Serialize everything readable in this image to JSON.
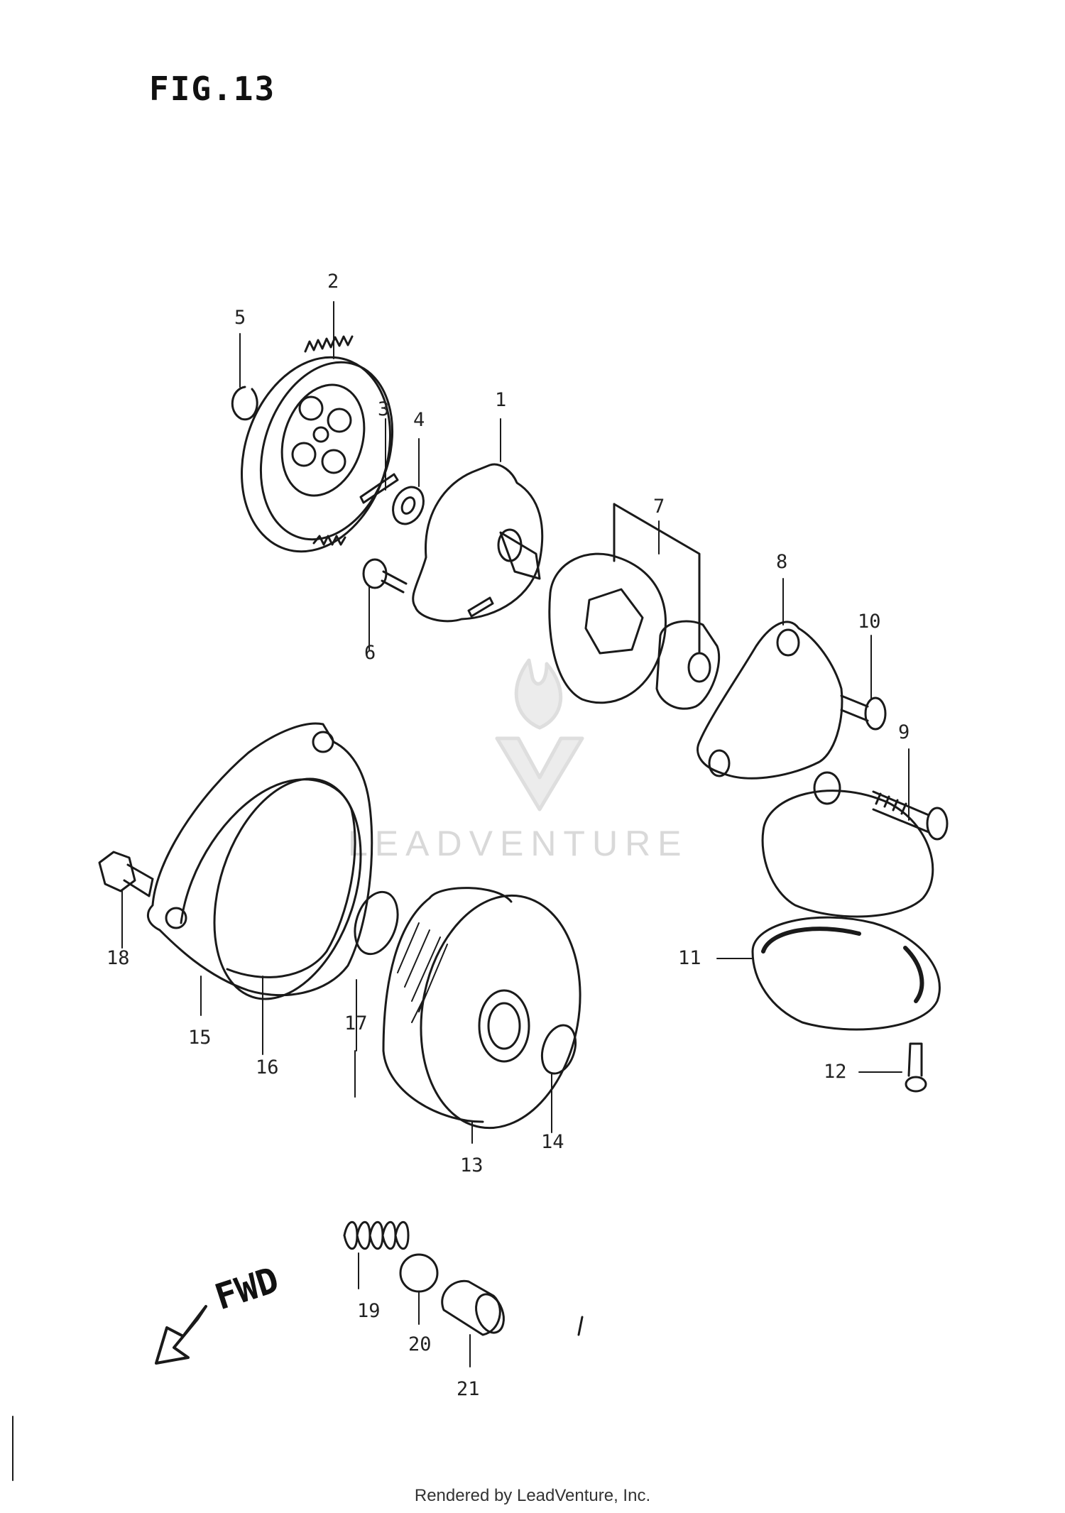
{
  "figure": {
    "title": "FIG.13"
  },
  "callouts": [
    "1",
    "2",
    "3",
    "4",
    "5",
    "6",
    "7",
    "8",
    "9",
    "10",
    "11",
    "12",
    "13",
    "14",
    "15",
    "16",
    "17",
    "18",
    "19",
    "20",
    "21"
  ],
  "direction": {
    "label": "FWD"
  },
  "watermark": {
    "text": "LEADVENTURE"
  },
  "footer": {
    "text": "Rendered by LeadVenture, Inc."
  },
  "colors": {
    "line": "#1a1a1a",
    "watermark": "#d9d9d9",
    "background": "#ffffff"
  }
}
